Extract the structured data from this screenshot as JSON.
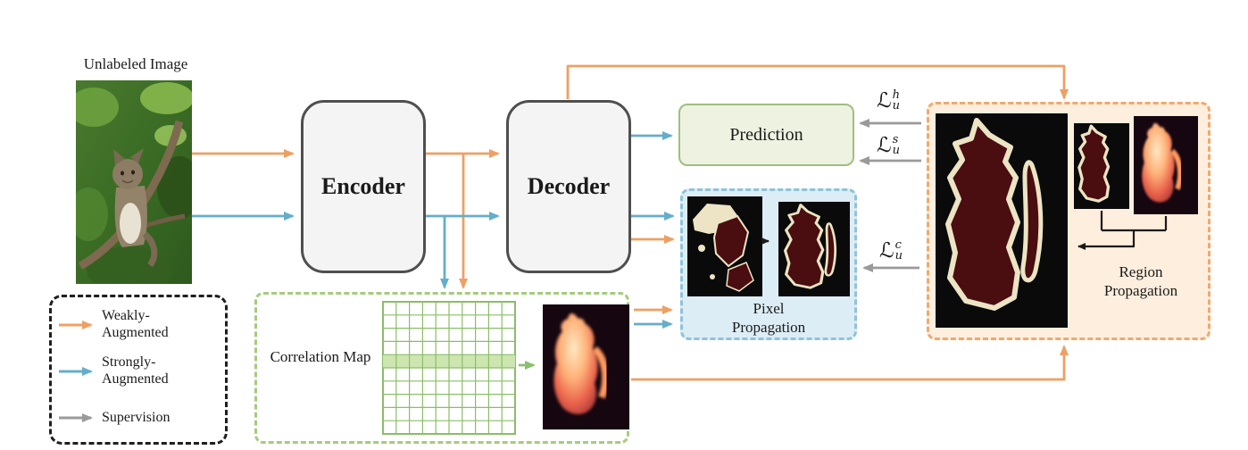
{
  "unlabeled_image": {
    "label": "Unlabeled Image"
  },
  "encoder": {
    "label": "Encoder"
  },
  "decoder": {
    "label": "Decoder"
  },
  "prediction": {
    "label": "Prediction"
  },
  "pixel_propagation": {
    "label": "Pixel Propagation"
  },
  "region_propagation": {
    "label": "Region Propagation"
  },
  "correlation_map": {
    "label": "Correlation Map"
  },
  "losses": {
    "h": {
      "symbol": "ℒ",
      "subscript": "u",
      "superscript": "h"
    },
    "s": {
      "symbol": "ℒ",
      "subscript": "u",
      "superscript": "s"
    },
    "c": {
      "symbol": "ℒ",
      "subscript": "u",
      "superscript": "c"
    }
  },
  "legend": {
    "items": [
      {
        "label": "Weakly-Augmented",
        "arrow_color": "#EDA064"
      },
      {
        "label": "Strongly-Augmented",
        "arrow_color": "#64AEC9"
      },
      {
        "label": "Supervision",
        "arrow_color": "#9A9A9A"
      }
    ]
  },
  "colors": {
    "weak_arrow": "#EDA064",
    "strong_arrow": "#64AEC9",
    "supervision_arrow": "#9A9A9A",
    "correlation_green": "#8CBF72",
    "prediction_fill": "#EDF3E0",
    "pixel_box_fill": "#DDEDF5",
    "region_box_fill": "#FDEEDD",
    "mask_foreground": "#4A0D10",
    "mask_outline": "#ECE4C4"
  }
}
